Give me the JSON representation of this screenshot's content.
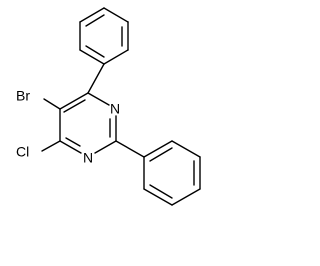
{
  "atoms": {
    "br": "Br",
    "cl": "Cl",
    "n_upper": "N",
    "n_lower": "N"
  }
}
